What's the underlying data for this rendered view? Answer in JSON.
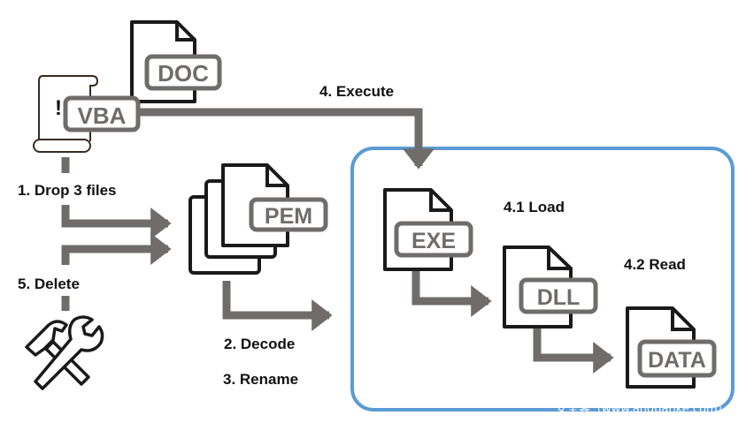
{
  "colors": {
    "arrow": "#6f6c6b",
    "outline": "#1a1a1a",
    "container_border": "#5b9bd5",
    "label_text": "#111111"
  },
  "nodes": {
    "doc": {
      "tag": "DOC",
      "icon": "file-icon"
    },
    "vba": {
      "tag": "VBA",
      "icon": "script-scroll-icon",
      "mark": "!"
    },
    "pem": {
      "tag": "PEM",
      "icon": "stacked-files-icon"
    },
    "exe": {
      "tag": "EXE",
      "icon": "file-icon"
    },
    "dll": {
      "tag": "DLL",
      "icon": "file-icon"
    },
    "data": {
      "tag": "DATA",
      "icon": "file-icon"
    },
    "tools": {
      "icon": "hammer-wrench-icon"
    }
  },
  "steps": {
    "drop": "1. Drop 3 files",
    "decode": "2. Decode",
    "rename": "3. Rename",
    "execute": "4. Execute",
    "load": "4.1 Load",
    "read": "4.2 Read",
    "delete": "5. Delete"
  },
  "watermark": "安全客（www.anquanke.com）"
}
